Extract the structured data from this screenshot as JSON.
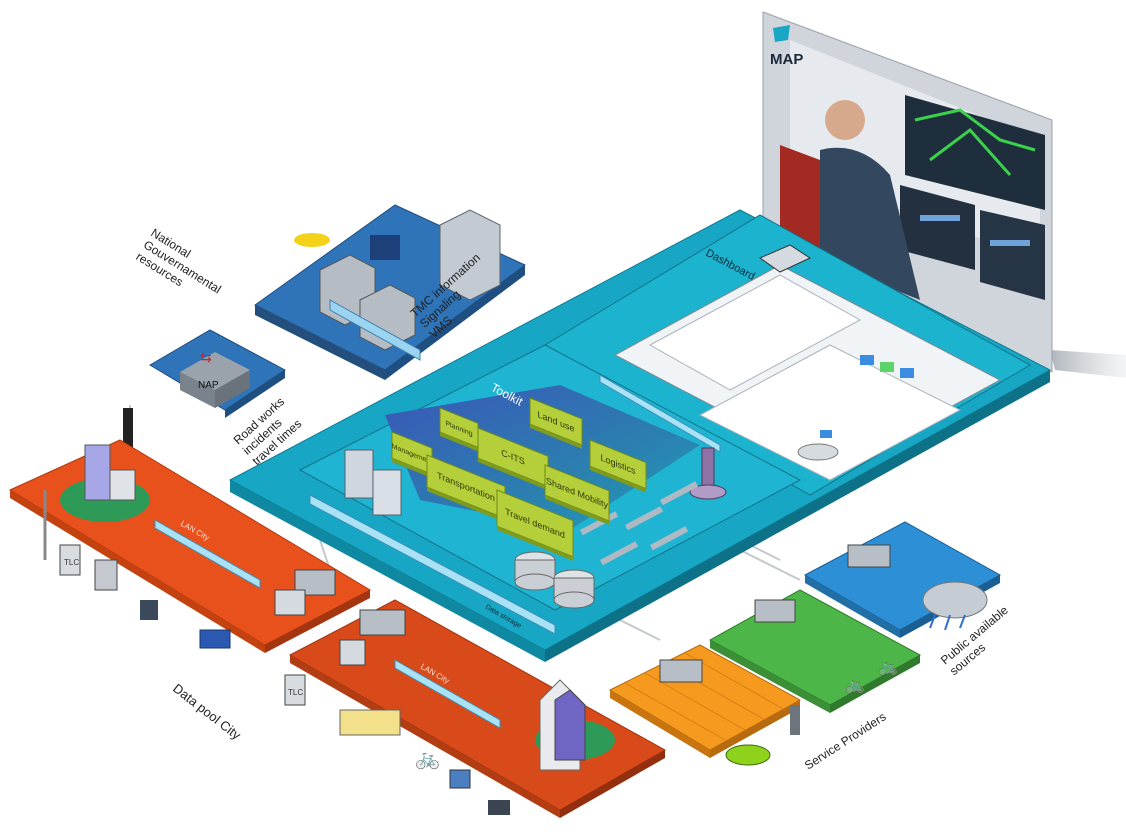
{
  "labels": {
    "national": "National\nGouvernamental\nresources",
    "tmc": "TMC information\nSignaling\nVMS",
    "road_works": "Road works\nincidents\ntravel times",
    "data_pool_city": "Data pool City",
    "service_providers": "Service Providers",
    "public_sources": "Public available\nsources",
    "toolkit": "Toolkit",
    "dashboard": "Dashboard",
    "nap": "NAP",
    "data_storage": "Data storage",
    "lan_city_1": "LAN City",
    "lan_city_2": "LAN City",
    "tlc_1": "TLC",
    "tlc_2": "TLC",
    "map_logo": "MAP"
  },
  "toolkit_modules": [
    "Management",
    "Planning",
    "Land use",
    "C-ITS",
    "Logistics",
    "Transportation",
    "Shared Mobility",
    "Travel demand"
  ],
  "colors": {
    "orange_platform": "#e8501c",
    "orange_platform_2": "#d84a1a",
    "blue_platform": "#2f74b8",
    "teal_platform": "#17a6c4",
    "green_platform": "#4cb648",
    "blue_sources": "#2d8fd6",
    "module_green": "#b4cf3a",
    "wood_platform": "#f59a1e"
  }
}
